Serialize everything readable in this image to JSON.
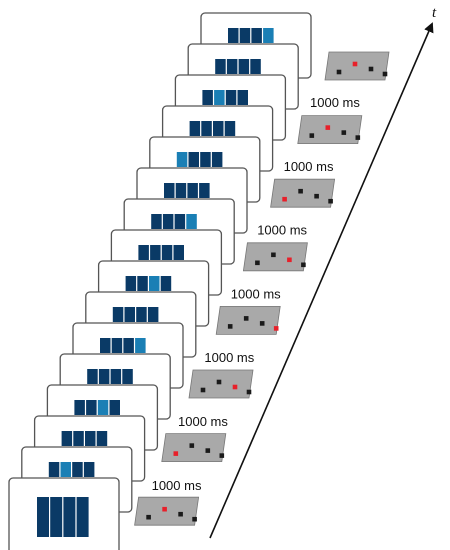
{
  "axis": {
    "label": "t"
  },
  "interval_label": "1000 ms",
  "colors": {
    "bar_dark": "#0a3a66",
    "bar_light": "#1a7fb5",
    "frame_stroke": "#555555",
    "panel_fill": "#a9a9a9",
    "dot_black": "#1a1a1a",
    "dot_red": "#e8202a"
  },
  "stimulus_sequence": [
    {
      "highlighted_bar": 4
    },
    {
      "highlighted_bar": null
    },
    {
      "highlighted_bar": 2
    },
    {
      "highlighted_bar": null
    },
    {
      "highlighted_bar": 1
    },
    {
      "highlighted_bar": null
    },
    {
      "highlighted_bar": 4
    },
    {
      "highlighted_bar": null
    },
    {
      "highlighted_bar": 3
    },
    {
      "highlighted_bar": null
    },
    {
      "highlighted_bar": 4
    },
    {
      "highlighted_bar": null
    },
    {
      "highlighted_bar": 3
    },
    {
      "highlighted_bar": null
    },
    {
      "highlighted_bar": 2
    },
    {
      "highlighted_bar": null
    }
  ],
  "response_panels": [
    {
      "red_dot": 2
    },
    {
      "red_dot": 2
    },
    {
      "red_dot": 1
    },
    {
      "red_dot": 3
    },
    {
      "red_dot": 4
    },
    {
      "red_dot": 3
    },
    {
      "red_dot": 1
    },
    {
      "red_dot": 2
    }
  ],
  "intervals": [
    {
      "label": "1000 ms"
    },
    {
      "label": "1000 ms"
    },
    {
      "label": "1000 ms"
    },
    {
      "label": "1000 ms"
    },
    {
      "label": "1000 ms"
    },
    {
      "label": "1000 ms"
    },
    {
      "label": "1000 ms"
    }
  ]
}
